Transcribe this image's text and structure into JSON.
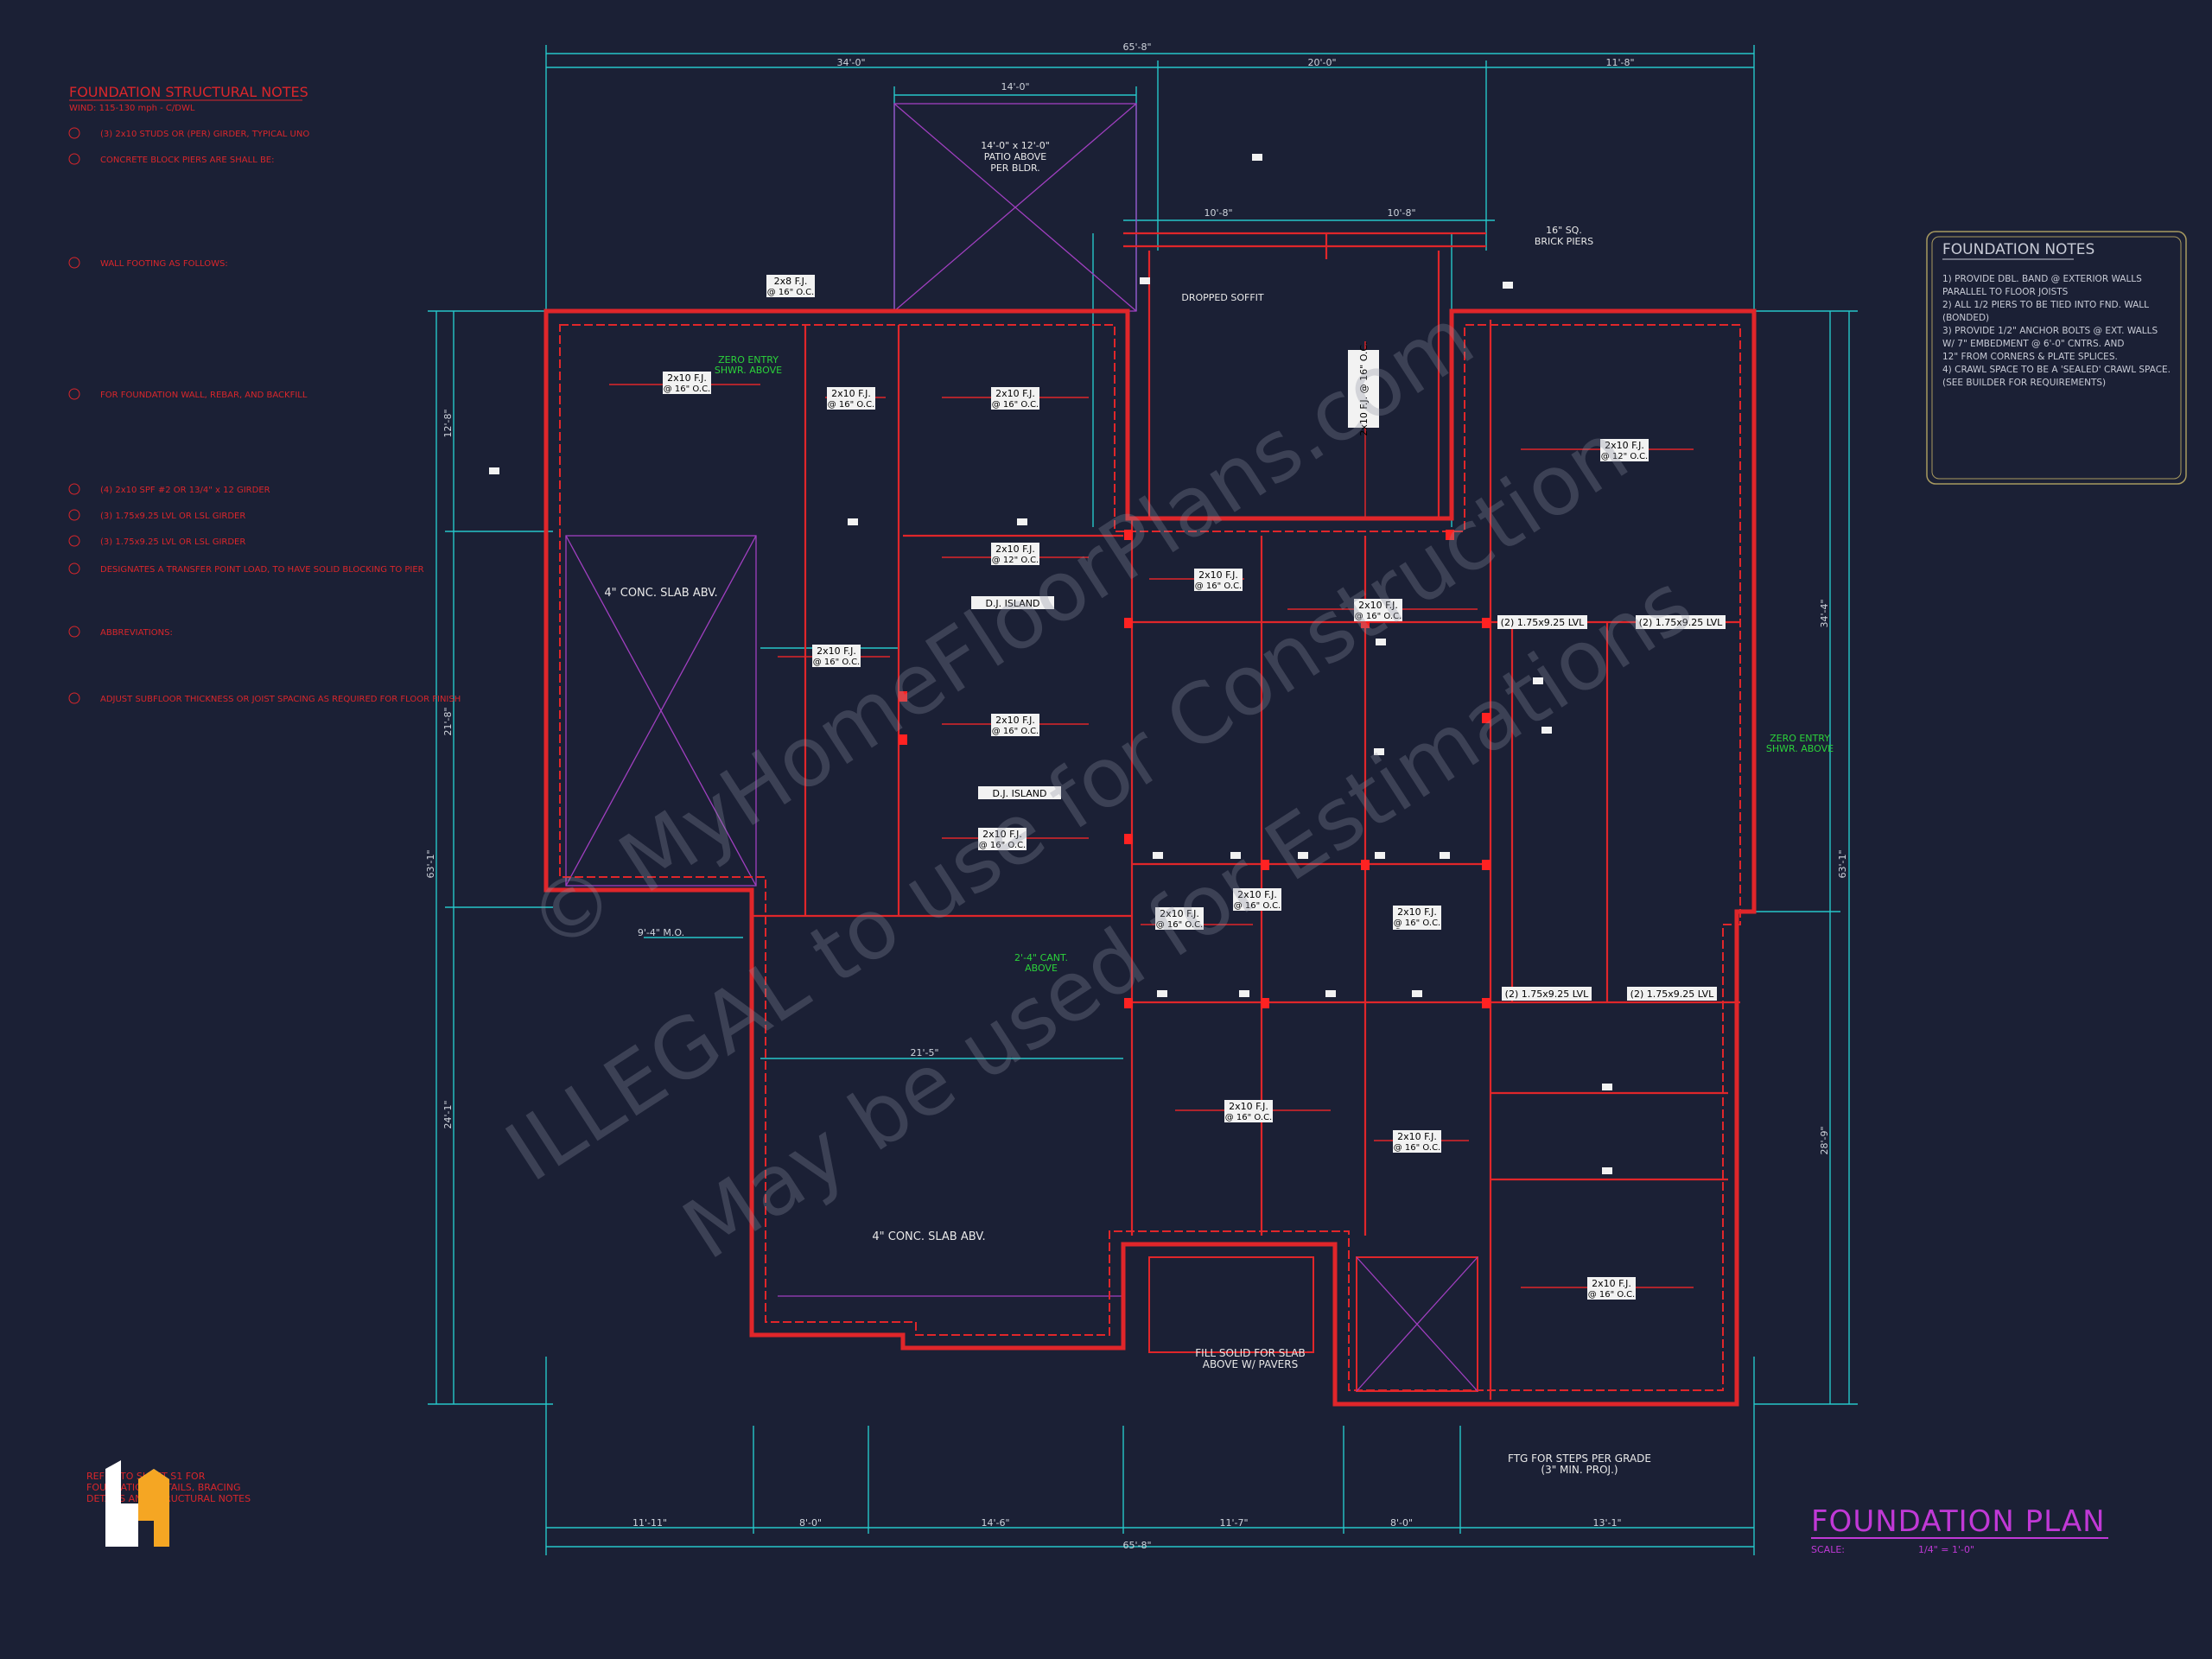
{
  "colors": {
    "background": "#1b2035",
    "wall_red": "#e0262a",
    "dim_cyan": "#26c6c9",
    "magenta": "#a03fc0",
    "title_magenta": "#c039d6",
    "green": "#2bd13a",
    "label_bg": "#f2f2f2",
    "notes_box_border": "#a89a60",
    "logo_orange": "#f5a623"
  },
  "structural_notes": {
    "title": "FOUNDATION STRUCTURAL NOTES",
    "subtitle": "WIND: 115-130 mph - C/DWL",
    "items": [
      "(3) 2x10 STUDS OR (PER) GIRDER, TYPICAL UNO",
      "CONCRETE BLOCK PIERS ARE SHALL BE:",
      "WALL FOOTING AS FOLLOWS:",
      "FOR FOUNDATION WALL, REBAR, AND BACKFILL",
      "(4) 2x10 SPF #2 OR 13/4\" x 12 GIRDER",
      "(3) 1.75x9.25 LVL OR LSL GIRDER",
      "(3) 1.75x9.25 LVL OR LSL GIRDER",
      "DESIGNATES A TRANSFER POINT LOAD, TO HAVE SOLID BLOCKING TO PIER",
      "ABBREVIATIONS:",
      "ADJUST SUBFLOOR THICKNESS OR JOIST SPACING AS REQUIRED FOR FLOOR FINISH"
    ]
  },
  "foundation_notes": {
    "title": "FOUNDATION NOTES",
    "items": [
      "1) PROVIDE DBL. BAND @ EXTERIOR WALLS",
      "PARALLEL TO FLOOR JOISTS",
      "2) ALL 1/2 PIERS TO BE TIED INTO FND. WALL",
      "(BONDED)",
      "3) PROVIDE 1/2\" ANCHOR BOLTS @ EXT. WALLS",
      "W/ 7\" EMBEDMENT @ 6'-0\" CNTRS. AND",
      "12\" FROM CORNERS & PLATE SPLICES.",
      "4) CRAWL SPACE TO BE A 'SEALED' CRAWL SPACE.",
      "(SEE BUILDER FOR REQUIREMENTS)"
    ]
  },
  "title_block": {
    "title": "FOUNDATION PLAN",
    "scale_label": "SCALE:",
    "scale_value": "1/4\" = 1'-0\""
  },
  "logo_note": {
    "lines": [
      "REFER TO SHEET S1 FOR",
      "FOUNDATION DETAILS, BRACING",
      "DETAILS AND STRUCTURAL NOTES"
    ]
  },
  "dimensions": {
    "top_overall": "65'-8\"",
    "top_segments": [
      "34'-0\"",
      "20'-0\"",
      "11'-8\""
    ],
    "patio_width": "14'-0\"",
    "bottom_overall": "65'-8\"",
    "bottom_segments": [
      "11'-11\"",
      "8'-0\"",
      "14'-6\"",
      "11'-7\"",
      "8'-0\"",
      "13'-1\""
    ],
    "left_overall": "63'-1\"",
    "right_overall": "63'-1\"",
    "right_segments": [
      "34'-4\"",
      "28'-9\""
    ],
    "left_segments": [
      "12'-8\"",
      "21'-8\"",
      "24'-1\""
    ],
    "inner_a": "10'-8\"",
    "inner_b": "10'-8\"",
    "inner_c": "21'-5\"",
    "inner_d": "9'-4\" M.O."
  },
  "plan_labels": {
    "joists": [
      {
        "text": "2x8 F.J.",
        "sub": "@ 16\" O.C."
      },
      {
        "text": "2x10 F.J.",
        "sub": "@ 16\" O.C."
      },
      {
        "text": "2x10 F.J.",
        "sub": "@ 16\" O.C."
      },
      {
        "text": "2x10 F.J.",
        "sub": "@ 16\" O.C."
      },
      {
        "text": "2x10 F.J.",
        "sub": "@ 12\" O.C."
      },
      {
        "text": "2x10 F.J.",
        "sub": "@ 12\" O.C."
      },
      {
        "text": "2x10 F.J.",
        "sub": "@ 16\" O.C."
      },
      {
        "text": "2x10 F.J.",
        "sub": "@ 16\" O.C."
      },
      {
        "text": "2x10 F.J.",
        "sub": "@ 16\" O.C."
      },
      {
        "text": "2x10 F.J.",
        "sub": "@ 16\" O.C."
      },
      {
        "text": "2x10 F.J.",
        "sub": "@ 16\" O.C."
      },
      {
        "text": "2x10 F.J.",
        "sub": "@ 16\" O.C."
      },
      {
        "text": "2x10 F.J.",
        "sub": "@ 16\" O.C."
      },
      {
        "text": "2x10 F.J.",
        "sub": "@ 16\" O.C."
      },
      {
        "text": "2x10 F.J.",
        "sub": "@ 16\" O.C."
      },
      {
        "text": "2x10 F.J.",
        "sub": "@ 16\" O.C."
      },
      {
        "text": "2x10 F.J.",
        "sub": "@ 16\" O.C."
      },
      {
        "text": "2x10 F.J.",
        "sub": "@ 16\" O.C."
      }
    ],
    "lvl": [
      "(2) 1.75x9.25 LVL",
      "(2) 1.75x9.25 LVL",
      "(2) 1.75x9.25 LVL",
      "(2) 1.75x9.25 LVL"
    ],
    "dj_island": [
      "D.J. ISLAND",
      "D.J. ISLAND"
    ],
    "patio": [
      "14'-0\" x 12'-0\"",
      "PATIO ABOVE",
      "PER BLDR."
    ],
    "slab1": "4\" CONC. SLAB ABV.",
    "slab2": "4\" CONC. SLAB ABV.",
    "dropped_soffit": "DROPPED SOFFIT",
    "brick_piers": [
      "16\" SQ.",
      "BRICK PIERS"
    ],
    "zero_entry_left": [
      "ZERO ENTRY",
      "SHWR. ABOVE"
    ],
    "zero_entry_right": [
      "ZERO ENTRY",
      "SHWR. ABOVE"
    ],
    "cant": [
      "2'-4\" CANT.",
      "ABOVE"
    ],
    "fill_solid": [
      "FILL SOLID FOR SLAB",
      "ABOVE W/ PAVERS"
    ],
    "ftg_steps": [
      "FTG FOR STEPS PER GRADE",
      "(3\" MIN. PROJ.)"
    ],
    "vertical_joist": "2x10 F.J. @ 16\" O.C."
  },
  "watermark": {
    "line1": "© MyHomeFloorPlans.com",
    "line2": "ILLEGAL to use for Construction",
    "line3": "May be used for Estimations"
  }
}
